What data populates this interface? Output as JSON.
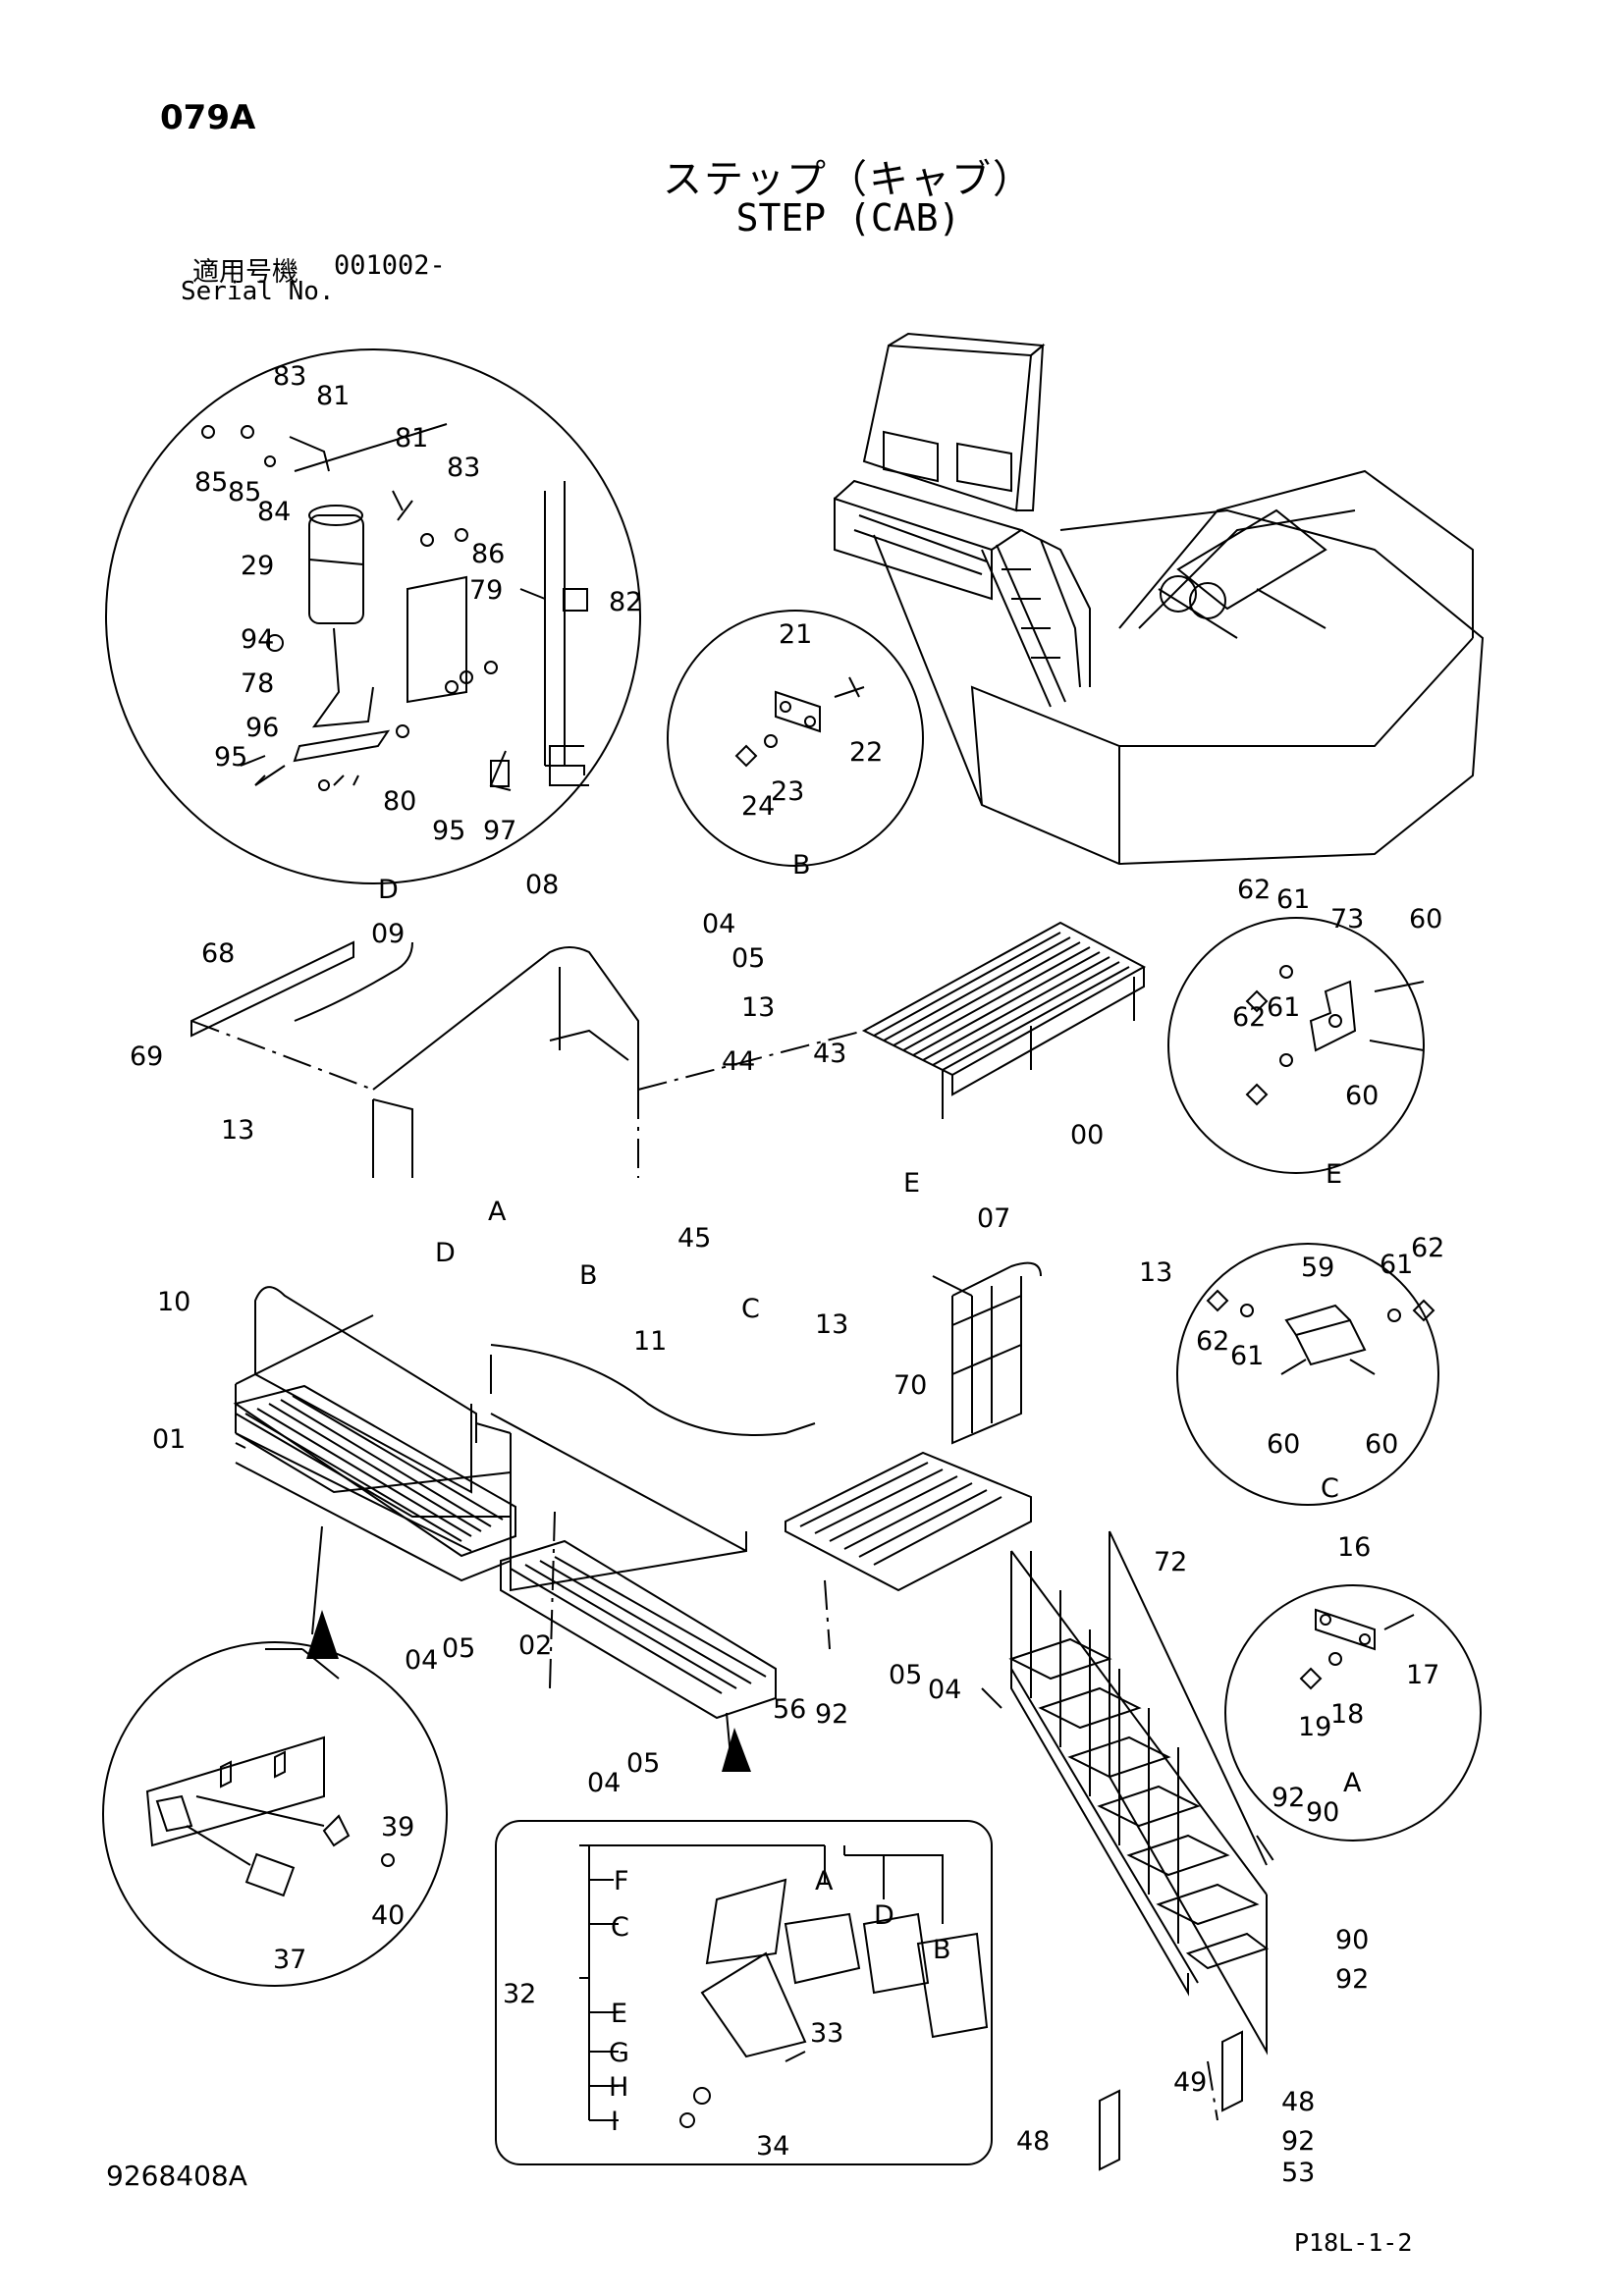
{
  "header": {
    "page_code": "079A",
    "title_jp": "ステップ（キャブ）",
    "title_en": "STEP (CAB)",
    "serial_label_jp": "適用号機",
    "serial_value": "001002-",
    "serial_label_en": "Serial No."
  },
  "footer": {
    "drawing_number": "9268408A",
    "page_ref": "P18L-1-2"
  },
  "callouts": {
    "c83a": "83",
    "c81a": "81",
    "c81b": "81",
    "c83b": "83",
    "c85a": "85",
    "c85b": "85",
    "c84": "84",
    "c29": "29",
    "c86": "86",
    "c82": "82",
    "c79": "79",
    "c94": "94",
    "c78": "78",
    "c96": "96",
    "c95a": "95",
    "c80": "80",
    "c95b": "95",
    "c97": "97",
    "cD1": "D",
    "c21": "21",
    "c22": "22",
    "c23": "23",
    "c24": "24",
    "cB1": "B",
    "c62a": "62",
    "c61a": "61",
    "c73": "73",
    "c60a": "60",
    "c62b": "62",
    "c61b": "61",
    "c60b": "60",
    "cE1": "E",
    "c68": "68",
    "c09": "09",
    "c08": "08",
    "c69": "69",
    "c04a": "04",
    "c05a": "05",
    "c13a": "13",
    "c43": "43",
    "c44": "44",
    "c00": "00",
    "c13b": "13",
    "cA2": "A",
    "c45": "45",
    "cE2": "E",
    "c07": "07",
    "c13c": "13",
    "cD2": "D",
    "c10": "10",
    "cB2": "B",
    "c11": "11",
    "cC2": "C",
    "c13d": "13",
    "c70": "70",
    "c59": "59",
    "c61c": "61",
    "c62c": "62",
    "c62d": "62",
    "c61d": "61",
    "c60c": "60",
    "c60d": "60",
    "cC1": "C",
    "c01": "01",
    "c04b": "04",
    "c05b": "05",
    "c02": "02",
    "c56": "56",
    "c92a": "92",
    "c05c": "05",
    "c04c": "04",
    "c72": "72",
    "c04d": "04",
    "c05d": "05",
    "c16": "16",
    "c17": "17",
    "c18": "18",
    "c19": "19",
    "cA1": "A",
    "c39": "39",
    "c40": "40",
    "c37": "37",
    "cF": "F",
    "cA3": "A",
    "cC3": "C",
    "cD3": "D",
    "cB3": "B",
    "c32": "32",
    "c33": "33",
    "cE3": "E",
    "cG": "G",
    "cH": "H",
    "cI": "I",
    "c34": "34",
    "c92b": "92",
    "c90a": "90",
    "c90b": "90",
    "c92c": "92",
    "c49": "49",
    "c48a": "48",
    "c48b": "48",
    "c92d": "92",
    "c53": "53"
  }
}
